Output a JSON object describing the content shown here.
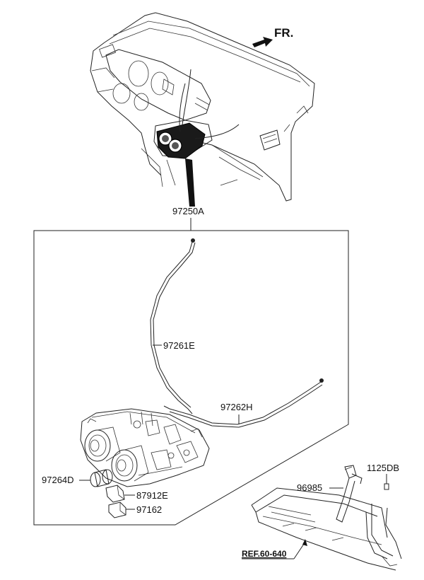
{
  "direction_label": "FR.",
  "parts": {
    "control_assembly": "97250A",
    "cable_1": "97261E",
    "cable_2": "97262H",
    "knob": "97264D",
    "part_87912e": "87912E",
    "part_97162": "97162",
    "part_96985": "96985",
    "bolt": "1125DB"
  },
  "reference_label": "REF.60-640"
}
